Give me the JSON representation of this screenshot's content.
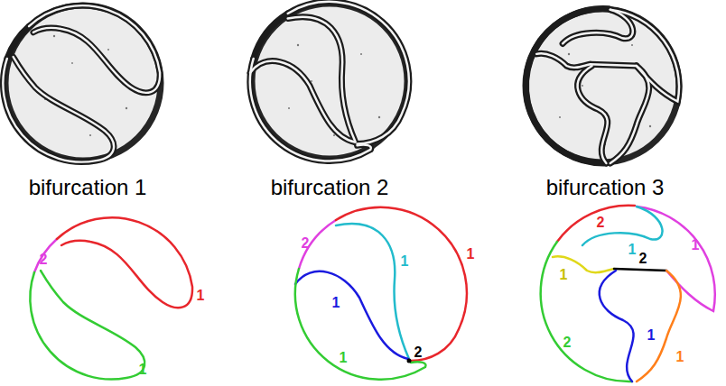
{
  "diagram": {
    "labels": [
      "bifurcation 1",
      "bifurcation 2",
      "bifurcation 3",
      "1",
      "2",
      "1",
      "2",
      "1",
      "1",
      "2",
      "1",
      "1",
      "2",
      "1",
      "1",
      "1",
      "2",
      "2",
      "1",
      "1"
    ]
  }
}
